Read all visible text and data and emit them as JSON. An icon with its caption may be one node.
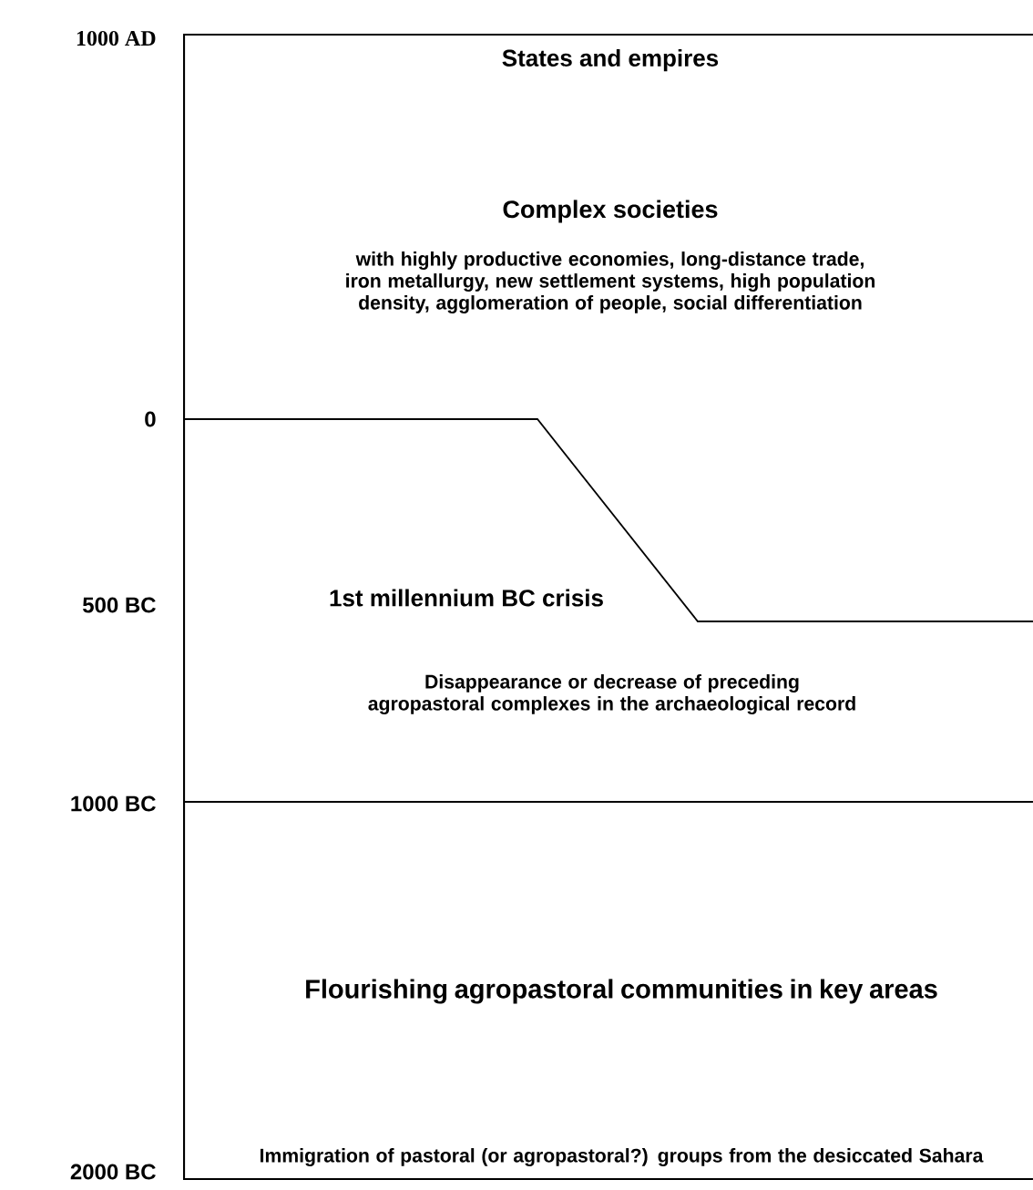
{
  "diagram": {
    "labels": [
      "1000 AD",
      "States and empires",
      "Complex societies",
      "with highly productive economies, long-distance trade, iron metallurgy, new settlement systems, high population density, agglomeration of people, social differentiation",
      "0",
      "500 BC",
      "1st millennium BC crisis",
      "Disappearance or decrease of preceding agropastoral complexes in the archaeological record",
      "1000 BC",
      "Flourishing agropastoral communities in key areas",
      "Immigration of pastoral (or agropastoral?) groups from the desiccated Sahara",
      "2000 BC"
    ]
  }
}
